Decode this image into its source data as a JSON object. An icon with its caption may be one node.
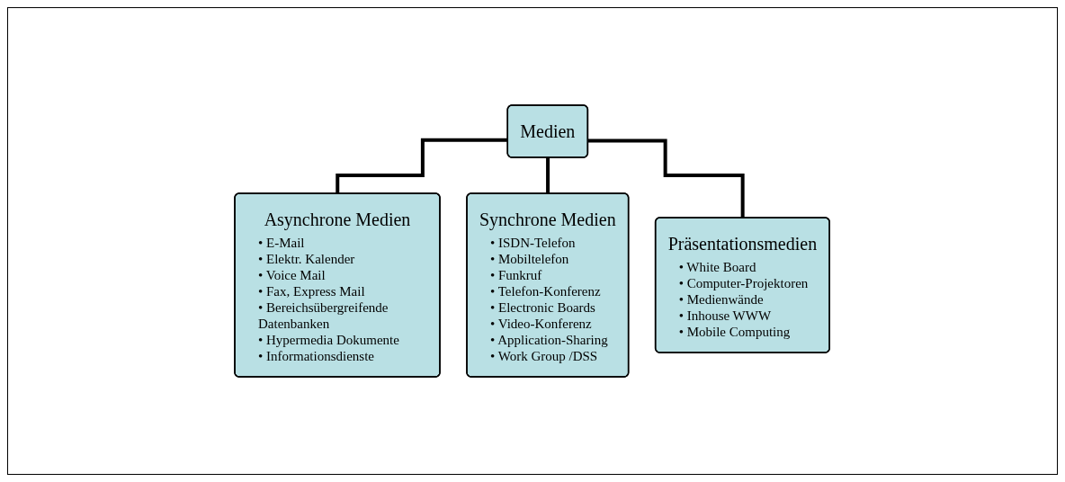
{
  "diagram": {
    "nodes": [
      {
        "text": [
          "Medien"
        ]
      },
      {
        "text": [
          "Asynchrone Medien",
          "• E-Mail",
          "• Elektr. Kalender",
          "• Voice Mail",
          "• Fax, Express Mail",
          "• Bereichsübergreifende Datenbanken",
          "• Hypermedia Dokumente",
          "• Informationsdienste"
        ]
      },
      {
        "text": [
          "Synchrone Medien",
          "• ISDN-Telefon",
          "• Mobiltelefon",
          "• Funkruf",
          "• Telefon-Konferenz",
          "• Electronic Boards",
          "• Video-Konferenz",
          "• Application-Sharing",
          "• Work Group /DSS"
        ]
      },
      {
        "text": [
          "Präsentationsmedien",
          "• White Board",
          "• Computer-Projektoren",
          "• Medienwände",
          "• Inhouse WWW",
          "• Mobile Computing"
        ]
      }
    ],
    "edges": [
      {
        "from": 0,
        "to": 1,
        "arrow": "none"
      },
      {
        "from": 0,
        "to": 2,
        "arrow": "none"
      },
      {
        "from": 0,
        "to": 3,
        "arrow": "none"
      }
    ]
  }
}
